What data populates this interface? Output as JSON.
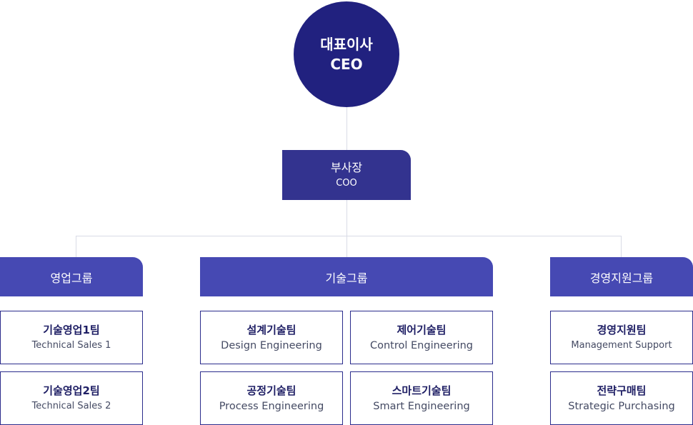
{
  "ceo": {
    "title_ko": "대표이사",
    "title_en": "CEO"
  },
  "coo": {
    "title_ko": "부사장",
    "title_en": "COO"
  },
  "groups": [
    {
      "label": "영업그룹"
    },
    {
      "label": "기술그룹"
    },
    {
      "label": "경영지원그룹"
    }
  ],
  "teams": {
    "sales": [
      {
        "ko": "기술영업1팀",
        "en": "Technical Sales 1"
      },
      {
        "ko": "기술영업2팀",
        "en": "Technical Sales 2"
      }
    ],
    "tech": [
      {
        "ko": "설계기술팀",
        "en": "Design Engineering"
      },
      {
        "ko": "제어기술팀",
        "en": "Control Engineering"
      },
      {
        "ko": "공정기술팀",
        "en": "Process Engineering"
      },
      {
        "ko": "스마트기술팀",
        "en": "Smart Engineering"
      }
    ],
    "admin": [
      {
        "ko": "경영지원팀",
        "en": "Management Support"
      },
      {
        "ko": "전략구매팀",
        "en": "Strategic Purchasing"
      }
    ]
  },
  "colors": {
    "ceo": "#21217f",
    "coo": "#33338f",
    "group": "#4649b3",
    "team_border": "#2b2c8c",
    "connector": "#d9dbe6"
  }
}
